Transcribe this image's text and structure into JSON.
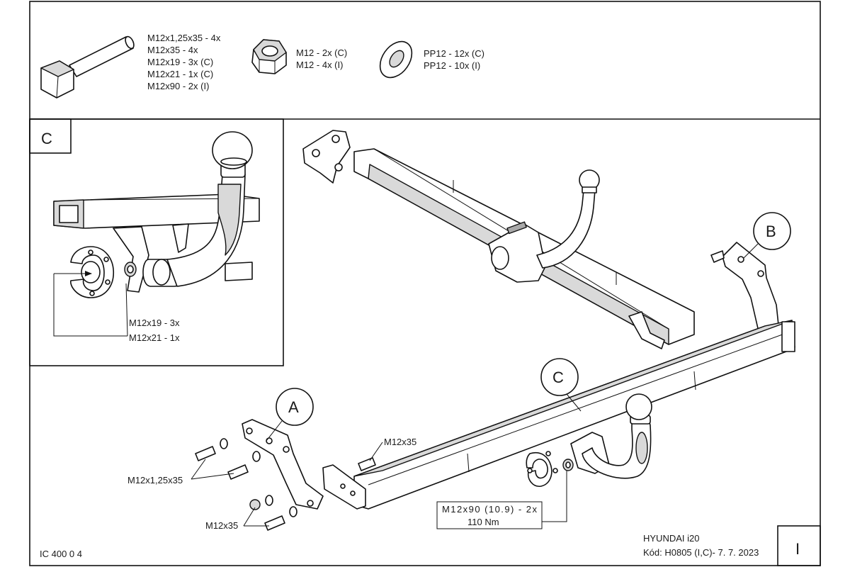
{
  "parts_list": {
    "bolt": {
      "icon": "hex-bolt-icon",
      "lines": [
        "M12x1,25x35 - 4x",
        "M12x35 - 4x",
        "M12x19 - 3x (C)",
        "M12x21 - 1x (C)",
        "M12x90 - 2x (I)"
      ]
    },
    "nut": {
      "icon": "hex-nut-icon",
      "lines": [
        "M12 - 2x (C)",
        "M12 - 4x (I)"
      ]
    },
    "washer": {
      "icon": "washer-icon",
      "lines": [
        "PP12 - 12x (C)",
        "PP12 - 10x (I)"
      ]
    }
  },
  "detail_c": {
    "letter": "C",
    "callouts": [
      "M12x19 - 3x",
      "M12x21 - 1x"
    ]
  },
  "main": {
    "markers": {
      "a": "A",
      "b": "B",
      "c": "C"
    },
    "callouts": {
      "m12x35_top": "M12x35",
      "m12x125x35": "M12x1,25x35",
      "m12x35_bottom": "M12x35",
      "torque_line1": "M12x90 (10.9) - 2x",
      "torque_line2": "110 Nm"
    }
  },
  "footer": {
    "code": "IC 400 0 4",
    "vehicle": "HYUNDAI i20",
    "kod": "Kód: H0805 (I,C)- 7. 7. 2023",
    "sheet_marker": "I"
  },
  "colors": {
    "line": "#111111",
    "shade": "#d9d9d9",
    "background": "#ffffff"
  }
}
